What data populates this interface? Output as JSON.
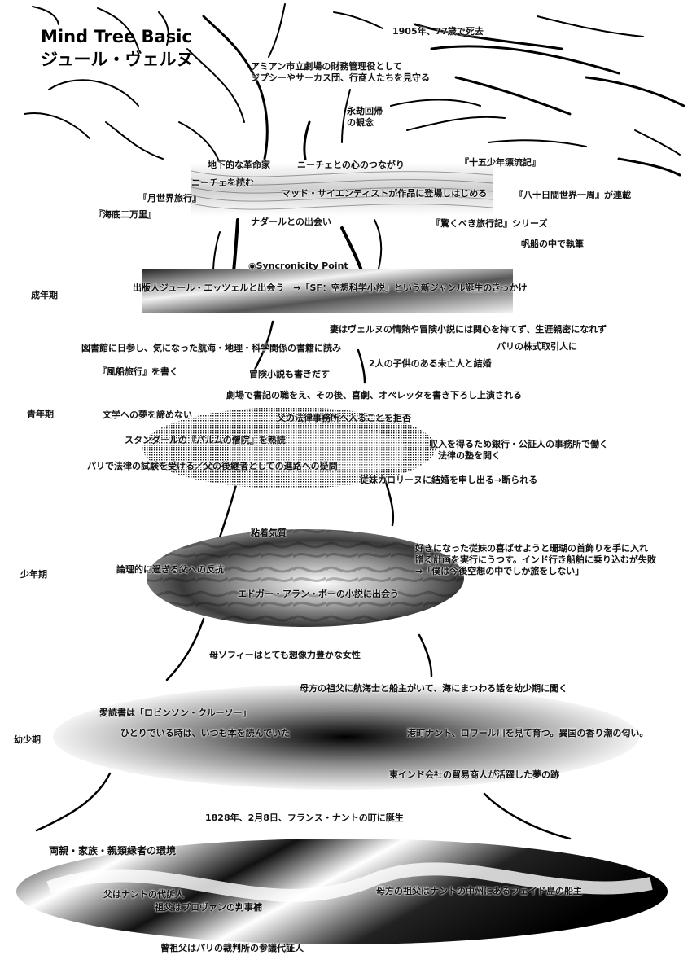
{
  "title": {
    "line1": "Mind Tree Basic",
    "line2": "ジュール・ヴェルヌ"
  },
  "stages": {
    "adult": "成年期",
    "youth": "青年期",
    "boyhood": "少年期",
    "childhood": "幼少期"
  },
  "crown": {
    "death": "1905年、77歳で死去",
    "amiens": "アミアン市立劇場の財務管理役として\nジプシーやサーカス団、行商人たちを見守る",
    "eternal": "永劫回帰\nの観念",
    "underground": "地下的な革命家",
    "nietzsche_bond": "ニーチェとの心のつながり",
    "fifteen": "『十五少年漂流記』",
    "read_nietzsche": "ニーチェを読む",
    "mad_scientist": "マッド・サイエンティストが作品に登場しはじめる",
    "eighty_days": "『八十日間世界一周』が連載",
    "moon": "『月世界旅行』",
    "sea": "『海底二万里』",
    "nadar": "ナダールとの出会い",
    "voyages": "『驚くべき旅行記』シリーズ",
    "sailboat": "帆船の中で執筆"
  },
  "adult": {
    "sync": "◉Syncronicity Point",
    "hetzel": "出版人ジュール・エッツェルと出会う　→「SF：空想科学小説」という新ジャンル誕生のきっかけ"
  },
  "youth": {
    "wife": "妻はヴェルヌの情熱や冒険小説には関心を持てず、生涯親密になれず",
    "library": "図書館に日参し、気になった航海・地理・科学関係の書籍に読み",
    "broker": "パリの株式取引人に",
    "widow": "2人の子供のある未亡人と結婚",
    "balloon": "『風船旅行』を書く",
    "adventure": "冒険小説も書きだす",
    "theater": "劇場で書記の職をえ、その後、喜劇、オペレッタを書き下ろし上演される",
    "literature": "文学への夢を諦めない",
    "refuse": "父の法律事務所へ入ることを拒否",
    "stendhal": "スタンダールの『パルムの僧院』を熟読",
    "bank": "収入を得るため銀行・公証人の事務所で働く\n　法律の塾を開く",
    "law_exam": "パリで法律の試験を受ける／父の後継者としての進路への疑問",
    "caroline": "従妹カロリーヌに結婚を申し出る→断られる"
  },
  "boyhood": {
    "tenacious": "粘着気質",
    "coral": "好きになった従妹の喜ばせようと珊瑚の首飾りを手に入れ\n贈る計画を実行にうつす。インド行き船舶に乗り込むが失敗\n→「僕は今後空想の中でしか旅をしない」",
    "rebel": "論理的に過ぎる父への反抗",
    "poe": "エドガー・アラン・ポーの小説に出会う"
  },
  "childhood": {
    "mother": "母ソフィーはとても想像力豊かな女性",
    "grandfather_sea": "母方の祖父に航海士と船主がいて、海にまつわる話を幼少期に聞く",
    "crusoe": "愛読書は「ロビンソン・クルーソー」",
    "alone": "ひとりでいる時は、いつも本を読んでいた",
    "nantes": "港町ナント、ロワール川を見て育つ。異国の香り潮の匂い。",
    "east_india": "東インド会社の貿易商人が活躍した夢の跡"
  },
  "roots": {
    "birth": "1828年、2月8日、フランス・ナントの町に誕生",
    "family": "両親・家族・親類縁者の環境",
    "father": "父はナントの代訴人",
    "grandfather_provins": "祖父はプロヴァンの判事補",
    "shipowner": "母方の祖父はナントの中州にあるフェイド島の船主",
    "great_grandfather": "曾祖父はパリの裁判所の参議代証人"
  }
}
